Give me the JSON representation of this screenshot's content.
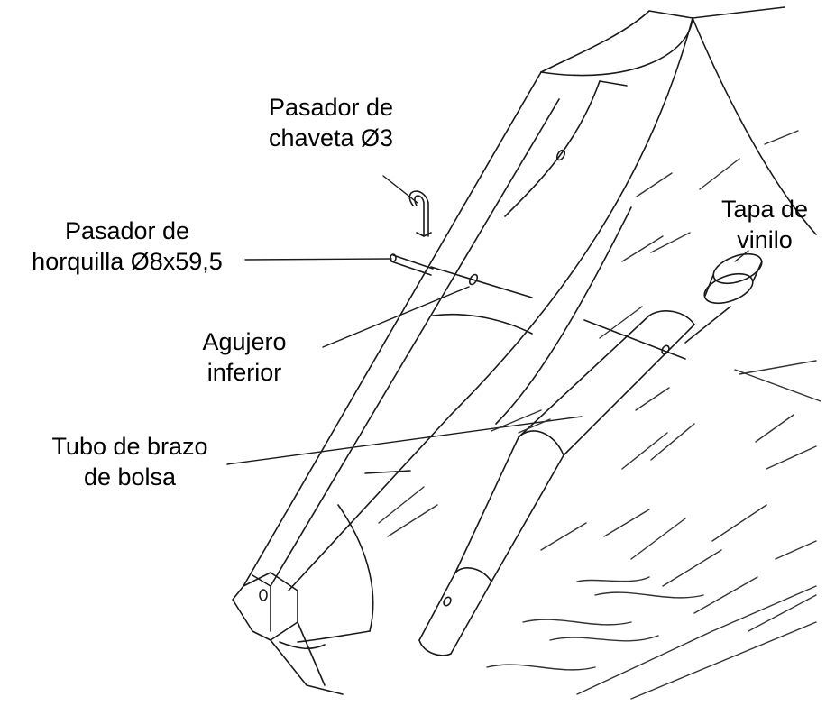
{
  "labels": {
    "cotter_pin": {
      "line1": "Pasador de",
      "line2": "chaveta Ø3"
    },
    "clevis_pin": {
      "line1": "Pasador de",
      "line2": "horquilla Ø8x59,5"
    },
    "vinyl_cap": {
      "line1": "Tapa de",
      "line2": "vinilo"
    },
    "lower_hole": {
      "line1": "Agujero",
      "line2": "inferior"
    },
    "bag_arm_tube": {
      "line1": "Tubo de brazo",
      "line2": "de bolsa"
    }
  },
  "colors": {
    "line": "#1a1a1a",
    "hatch": "#333333",
    "text": "#000000",
    "background": "#ffffff"
  }
}
